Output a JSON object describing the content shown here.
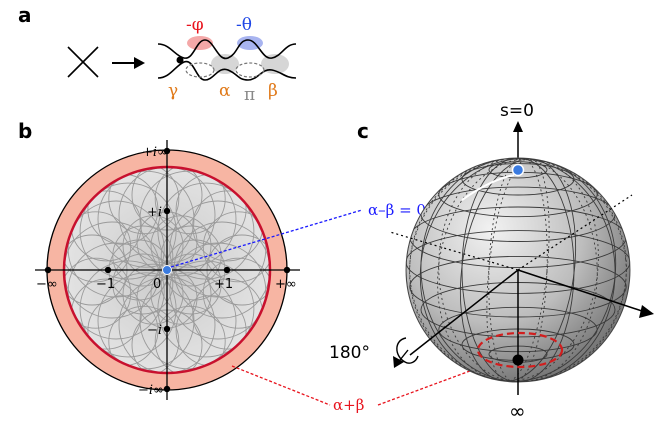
{
  "panel_a": {
    "label": "a",
    "phi_label": "-φ",
    "theta_label": "-θ",
    "gamma": "γ",
    "alpha": "α",
    "pi": "π",
    "beta": "β",
    "colors": {
      "phi": "#e8141e",
      "theta": "#1e46e6",
      "greek": "#e07a1a",
      "pi": "#888888"
    }
  },
  "panel_b": {
    "label": "b",
    "ticks": {
      "plus_i_inf": "+i∞",
      "plus_i": "+i",
      "minus_inf": "−∞",
      "minus_one": "−1",
      "zero": "0",
      "plus_one": "+1",
      "plus_inf": "+∞",
      "minus_i": "−i",
      "minus_i_inf": "−i∞"
    },
    "colors": {
      "ring": "#f7b5a3",
      "boundary": "#c8102e",
      "disk": "#dcdcdc",
      "center": "#3a7be0"
    }
  },
  "panel_c": {
    "label": "c",
    "north_label": "s=0",
    "south_label": "∞",
    "rotation_label": "180°",
    "colors": {
      "dashed_circle": "#d21e1e",
      "north_point": "#3a7be0"
    }
  },
  "annotations": {
    "alpha_minus_beta": "α–β = 0",
    "alpha_plus_beta": "α+β",
    "colors": {
      "blue": "#1a1aff",
      "red": "#e8141e"
    }
  }
}
